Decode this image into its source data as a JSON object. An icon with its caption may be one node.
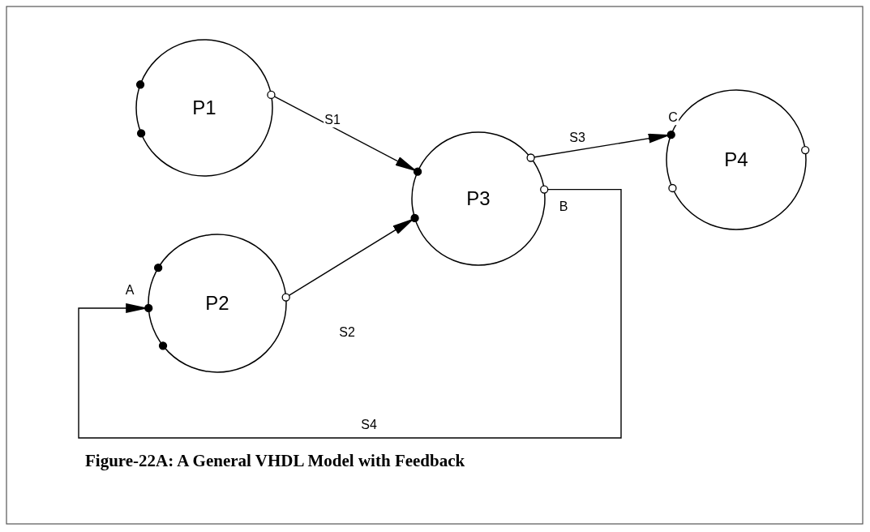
{
  "diagram": {
    "caption": "Figure-22A: A General VHDL Model with Feedback",
    "nodes": [
      {
        "text": [
          "P1"
        ]
      },
      {
        "text": [
          "P2"
        ]
      },
      {
        "text": [
          "P3"
        ]
      },
      {
        "text": [
          "P4"
        ]
      }
    ],
    "edges": [
      {
        "from": 0,
        "to": 2,
        "arrow": "to",
        "label": "S1"
      },
      {
        "from": 1,
        "to": 2,
        "arrow": "to",
        "label": "S2"
      },
      {
        "from": 2,
        "to": 3,
        "arrow": "to",
        "label": "S3"
      },
      {
        "from": 2,
        "to": 1,
        "arrow": "to",
        "label": "S4"
      }
    ],
    "labels": [
      "C",
      "B",
      "A"
    ]
  }
}
